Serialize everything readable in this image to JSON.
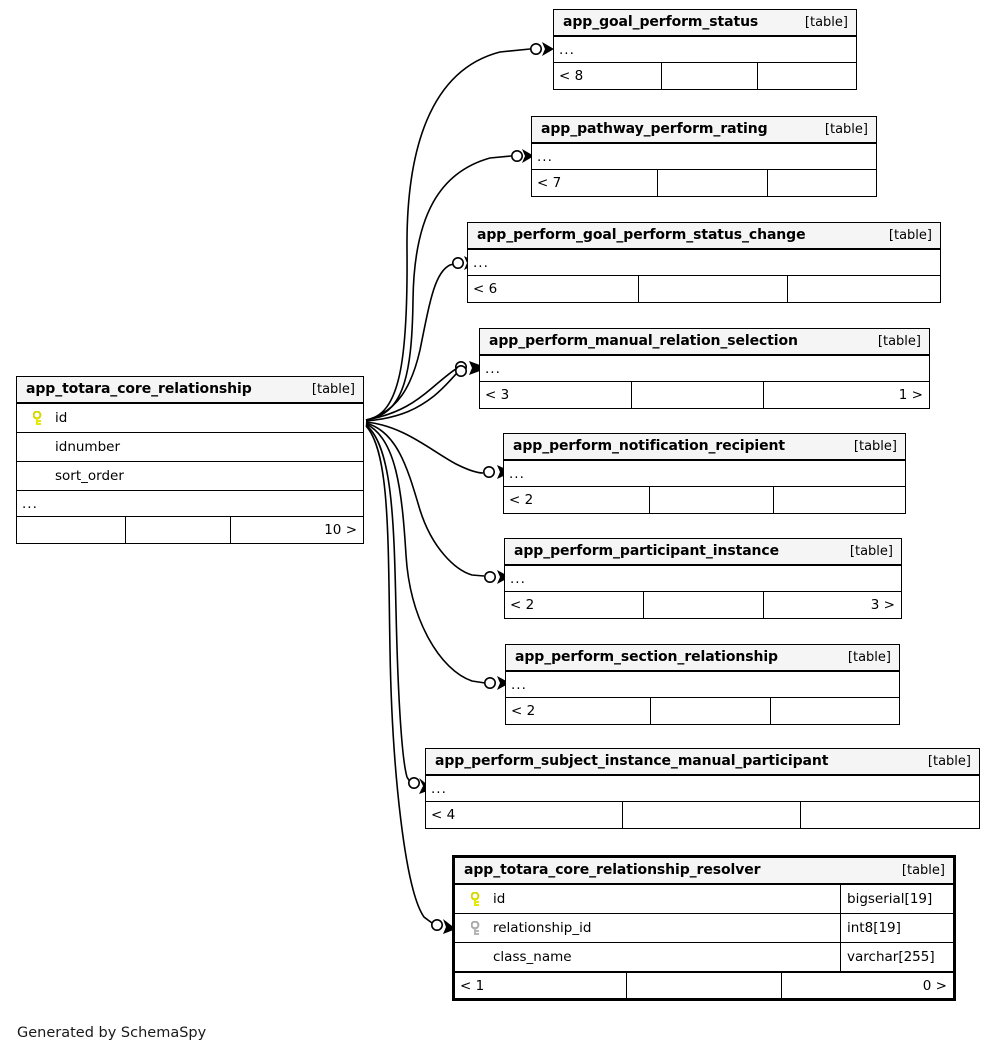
{
  "diagram": {
    "generator_text": "Generated by SchemaSpy",
    "kind_label": "[table]",
    "ellipsis": "...",
    "accent_pk_color": "#e8e800",
    "accent_fk_color": "#b0b0b0",
    "header_bg": "#f5f5f5",
    "line_color": "#000000"
  },
  "tables": [
    {
      "id": "app_totara_core_relationship",
      "name": "app_totara_core_relationship",
      "kind": "[table]",
      "columns": [
        {
          "name": "id",
          "key": "primary",
          "type": ""
        },
        {
          "name": "idnumber",
          "key": "none",
          "type": ""
        },
        {
          "name": "sort_order",
          "key": "none",
          "type": ""
        }
      ],
      "has_ellipsis": true,
      "footer": {
        "left": "",
        "mid": "",
        "right": "10 >"
      }
    },
    {
      "id": "app_goal_perform_status",
      "name": "app_goal_perform_status",
      "kind": "[table]",
      "columns": [],
      "has_ellipsis": true,
      "footer": {
        "left": "< 8",
        "mid": "",
        "right": ""
      }
    },
    {
      "id": "app_pathway_perform_rating",
      "name": "app_pathway_perform_rating",
      "kind": "[table]",
      "columns": [],
      "has_ellipsis": true,
      "footer": {
        "left": "< 7",
        "mid": "",
        "right": ""
      }
    },
    {
      "id": "app_perform_goal_perform_status_change",
      "name": "app_perform_goal_perform_status_change",
      "kind": "[table]",
      "columns": [],
      "has_ellipsis": true,
      "footer": {
        "left": "< 6",
        "mid": "",
        "right": ""
      }
    },
    {
      "id": "app_perform_manual_relation_selection",
      "name": "app_perform_manual_relation_selection",
      "kind": "[table]",
      "columns": [],
      "has_ellipsis": true,
      "footer": {
        "left": "< 3",
        "mid": "",
        "right": "1 >"
      }
    },
    {
      "id": "app_perform_notification_recipient",
      "name": "app_perform_notification_recipient",
      "kind": "[table]",
      "columns": [],
      "has_ellipsis": true,
      "footer": {
        "left": "< 2",
        "mid": "",
        "right": ""
      }
    },
    {
      "id": "app_perform_participant_instance",
      "name": "app_perform_participant_instance",
      "kind": "[table]",
      "columns": [],
      "has_ellipsis": true,
      "footer": {
        "left": "< 2",
        "mid": "",
        "right": "3 >"
      }
    },
    {
      "id": "app_perform_section_relationship",
      "name": "app_perform_section_relationship",
      "kind": "[table]",
      "columns": [],
      "has_ellipsis": true,
      "footer": {
        "left": "< 2",
        "mid": "",
        "right": ""
      }
    },
    {
      "id": "app_perform_subject_instance_manual_participant",
      "name": "app_perform_subject_instance_manual_participant",
      "kind": "[table]",
      "columns": [],
      "has_ellipsis": true,
      "footer": {
        "left": "< 4",
        "mid": "",
        "right": ""
      }
    },
    {
      "id": "app_totara_core_relationship_resolver",
      "name": "app_totara_core_relationship_resolver",
      "kind": "[table]",
      "focus": true,
      "columns": [
        {
          "name": "id",
          "key": "primary",
          "type": "bigserial[19]"
        },
        {
          "name": "relationship_id",
          "key": "foreign",
          "type": "int8[19]"
        },
        {
          "name": "class_name",
          "key": "none",
          "type": "varchar[255]"
        }
      ],
      "has_ellipsis": false,
      "footer": {
        "left": "< 1",
        "mid": "",
        "right": "0 >"
      }
    }
  ],
  "relationships": [
    {
      "from": "app_totara_core_relationship",
      "to": "app_goal_perform_status"
    },
    {
      "from": "app_totara_core_relationship",
      "to": "app_pathway_perform_rating"
    },
    {
      "from": "app_totara_core_relationship",
      "to": "app_perform_goal_perform_status_change"
    },
    {
      "from": "app_totara_core_relationship",
      "to": "app_perform_manual_relation_selection"
    },
    {
      "from": "app_totara_core_relationship",
      "to": "app_perform_manual_relation_selection"
    },
    {
      "from": "app_totara_core_relationship",
      "to": "app_perform_notification_recipient"
    },
    {
      "from": "app_totara_core_relationship",
      "to": "app_perform_participant_instance"
    },
    {
      "from": "app_totara_core_relationship",
      "to": "app_perform_section_relationship"
    },
    {
      "from": "app_totara_core_relationship",
      "to": "app_perform_subject_instance_manual_participant"
    },
    {
      "from": "app_totara_core_relationship",
      "to": "app_totara_core_relationship_resolver"
    }
  ]
}
